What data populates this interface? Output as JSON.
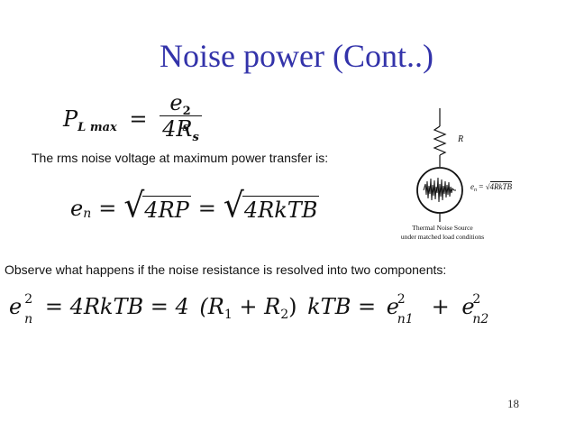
{
  "slide": {
    "title": "Noise power (Cont..)",
    "page_number": "18"
  },
  "eq1": {
    "lhs": "P",
    "lhs_sub": "L max",
    "equals": "=",
    "num_base": "e",
    "num_sub": "s",
    "num_sup": "2",
    "den": "4R",
    "den_sub": "s"
  },
  "rms_text": "The rms noise voltage at maximum power transfer is:",
  "eq2": {
    "lhs": "e",
    "lhs_sub": "n",
    "eq_a": "=",
    "rad1": "4RP",
    "eq_b": "=",
    "rad2": "4RkTB"
  },
  "observe_text": "Observe what happens if the noise resistance is resolved into two components:",
  "eq3": {
    "lhs": "e",
    "lhs_sub": "n",
    "lhs_sup": "2",
    "part1": "= 4RkTB = 4",
    "paren": "(R",
    "r1_sub": "1",
    "plus": "+ R",
    "r2_sub": "2",
    "paren_close": ")",
    "part2": "kTB =",
    "e1": "e",
    "e1_sub": "n1",
    "e1_sup": "2",
    "plus2": "+",
    "e2": "e",
    "e2_sub": "n2",
    "e2_sup": "2"
  },
  "figure": {
    "resistor_label": "R",
    "formula_lhs": "e",
    "formula_sub": "n",
    "formula_eq": "=",
    "formula_rad": "4RkTB",
    "caption_line1": "Thermal Noise Source",
    "caption_line2": "under matched load conditions"
  }
}
